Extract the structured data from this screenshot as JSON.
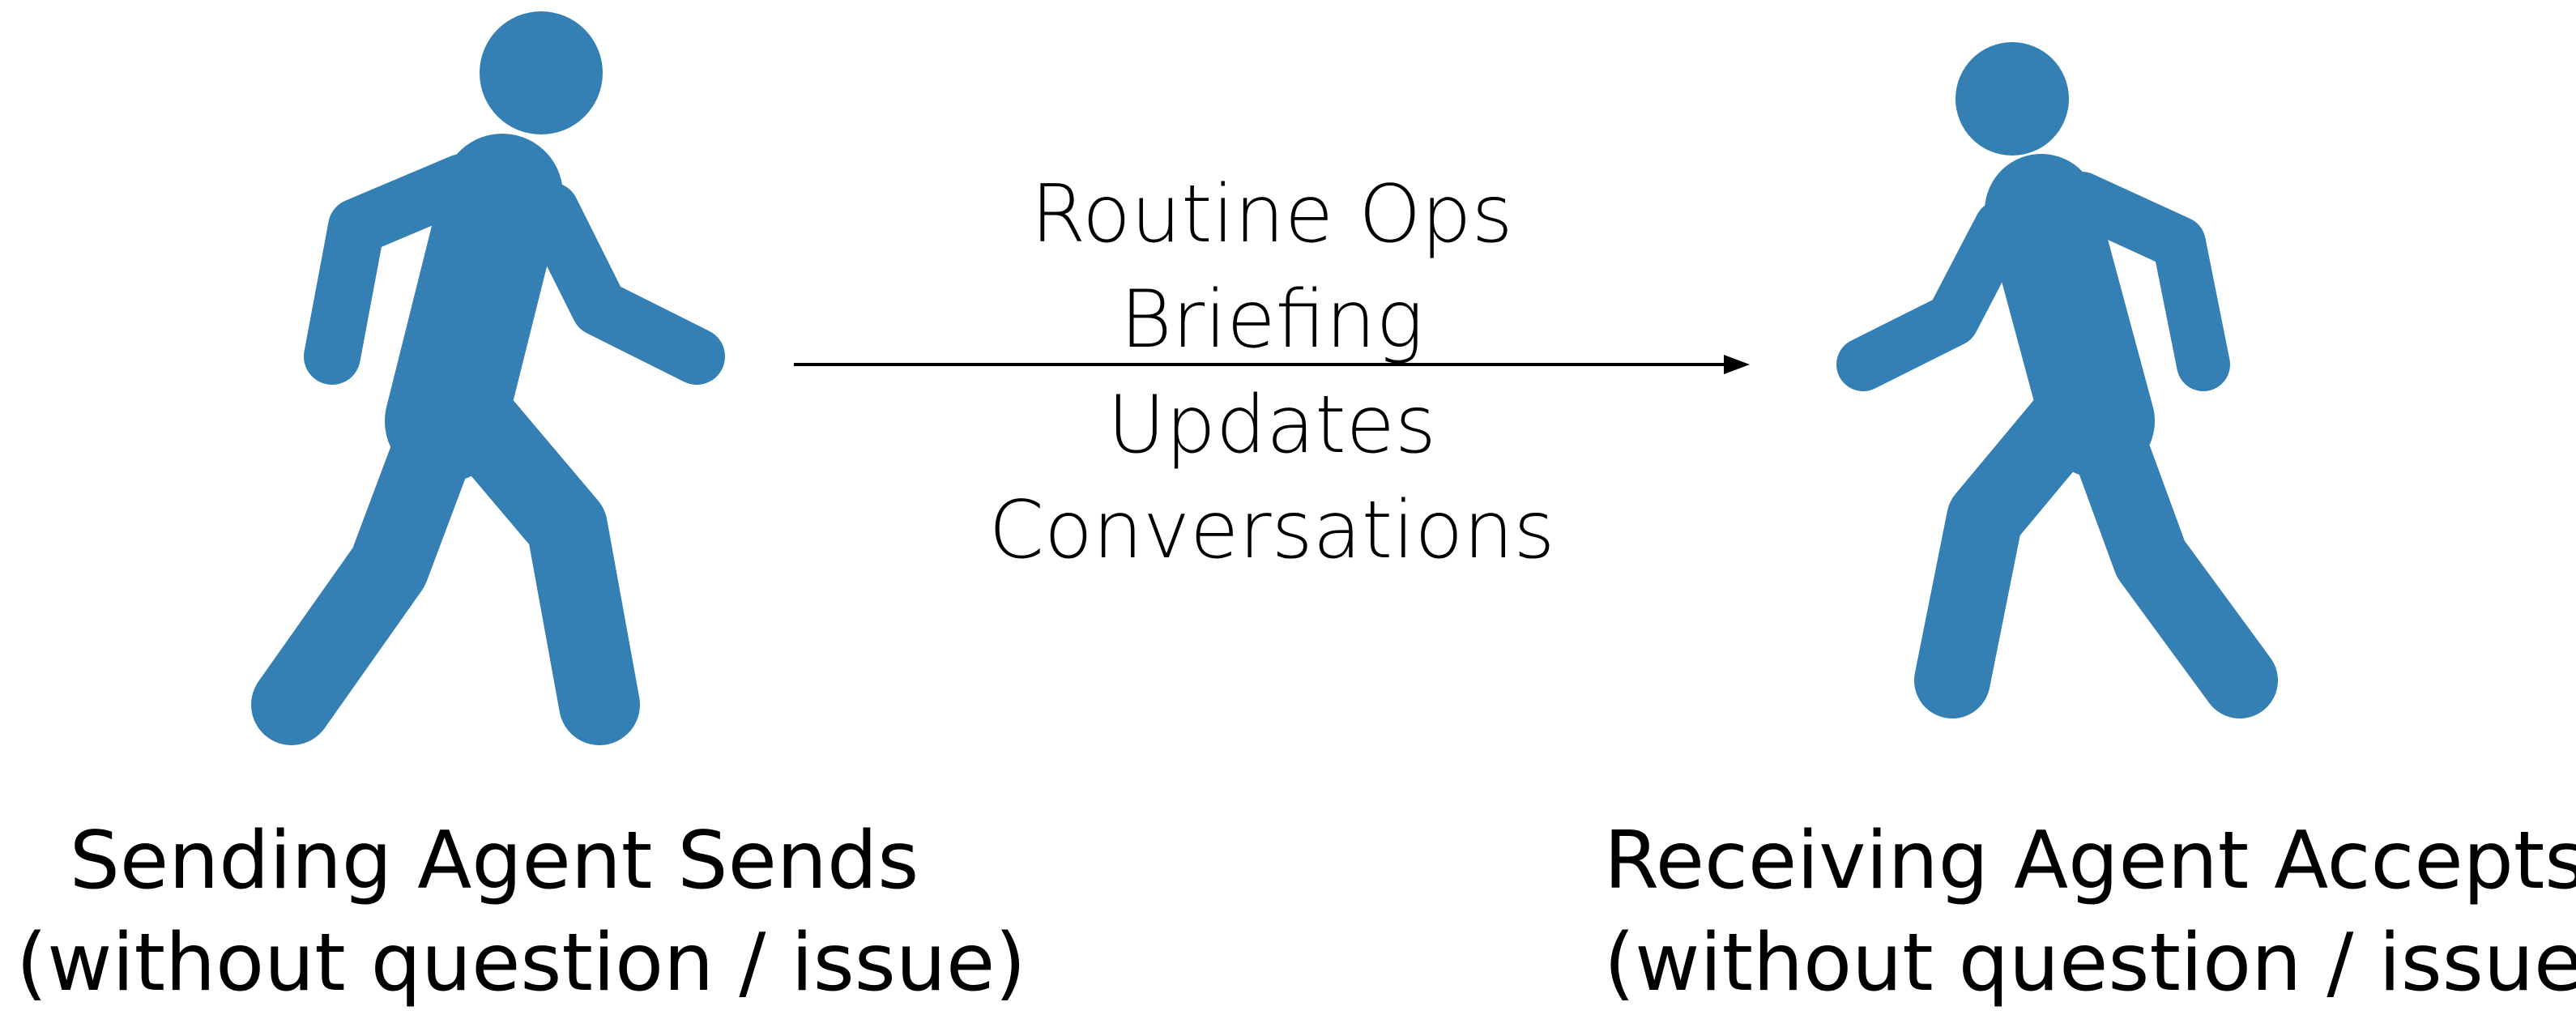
{
  "colors": {
    "figure": "#3480b5",
    "arrow": "#000000",
    "text": "#000000",
    "background": "#ffffff"
  },
  "icons": {
    "sender": "walking-person-icon",
    "receiver": "walking-person-icon"
  },
  "messages": [
    "Routine Ops",
    "Briefing",
    "Updates",
    "Conversations"
  ],
  "sender": {
    "line1": "Sending Agent Sends",
    "line2": "(without question / issue)"
  },
  "receiver": {
    "line1": "Receiving Agent Accepts",
    "line2": "(without question / issue)"
  }
}
